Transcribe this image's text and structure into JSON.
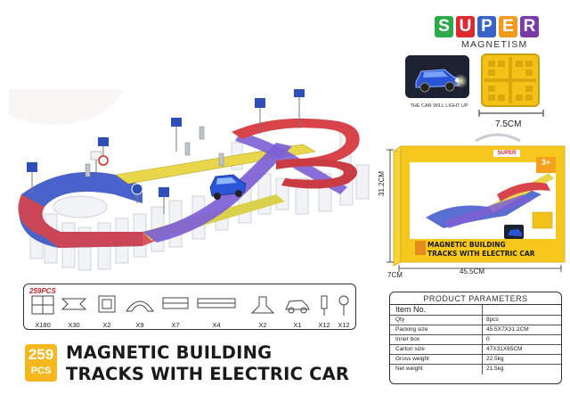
{
  "logo": {
    "letters": [
      "S",
      "U",
      "P",
      "E",
      "R"
    ],
    "letter_colors": [
      "#2eaa4a",
      "#e0292e",
      "#3a63c9",
      "#f29a1b",
      "#7a3aa8"
    ],
    "subtitle": "MAGNETISM"
  },
  "car_inset": {
    "caption": "THE CAR WILL LIGHT UP"
  },
  "tile_inset": {
    "dimension": "7.5CM"
  },
  "package": {
    "height_label": "31.2CM",
    "width_label": "45.5CM",
    "depth_label": "7CM",
    "box_title_line1": "MAGNETIC BUILDING",
    "box_title_line2": "TRACKS WITH ELECTRIC CAR",
    "box_logo": "SUPER",
    "box_age": "3+"
  },
  "contents": {
    "title": "259PCS",
    "parts": [
      {
        "name": "base-tile",
        "qty": "X180"
      },
      {
        "name": "connector",
        "qty": "X30"
      },
      {
        "name": "square-tile",
        "qty": "X2"
      },
      {
        "name": "curve-track",
        "qty": "X9"
      },
      {
        "name": "straight-track",
        "qty": "X7"
      },
      {
        "name": "long-track",
        "qty": "X4"
      },
      {
        "name": "cross-track",
        "qty": "X2"
      },
      {
        "name": "electric-car",
        "qty": "X1"
      },
      {
        "name": "traffic-light",
        "qty": "X12"
      },
      {
        "name": "sign-post",
        "qty": "X12"
      }
    ]
  },
  "title_block": {
    "count": "259",
    "unit": "PCS",
    "line1": "MAGNETIC BUILDING",
    "line2": "TRACKS WITH ELECTRIC CAR"
  },
  "params": {
    "title": "PRODUCT PARAMETERS",
    "header": "Item No.",
    "rows": [
      {
        "key": "Qty",
        "value": "8pcs"
      },
      {
        "key": "Packing size",
        "value": "45.5X7X31.2CM"
      },
      {
        "key": "Inner box",
        "value": "0"
      },
      {
        "key": "Carton size",
        "value": "47X31X65CM"
      },
      {
        "key": "Gross weight",
        "value": "22.5kg"
      },
      {
        "key": "Net weight",
        "value": "21.5kg"
      }
    ]
  },
  "colors": {
    "accent_yellow": "#f4b81e",
    "track_red": "#d8444a",
    "track_blue": "#3b56c8",
    "track_purple": "#7d5fd6",
    "track_yellow": "#e9d64a",
    "car_blue": "#2a55d6"
  }
}
